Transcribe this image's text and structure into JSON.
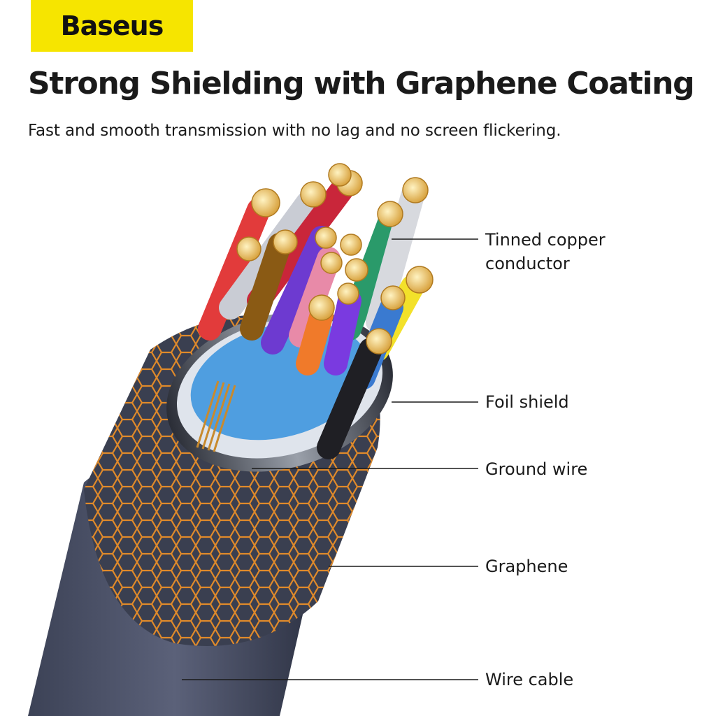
{
  "brand": {
    "logo_text": "Baseus",
    "accent_color": "#f6e500"
  },
  "headline": "Strong Shielding with Graphene Coating",
  "subheadline": "Fast and smooth transmission with no lag and no screen flickering.",
  "callouts": [
    {
      "line1": "Tinned copper",
      "line2": "conductor"
    },
    {
      "line1": "Foil shield"
    },
    {
      "line1": "Ground wire"
    },
    {
      "line1": "Graphene"
    },
    {
      "line1": "Wire cable"
    }
  ]
}
